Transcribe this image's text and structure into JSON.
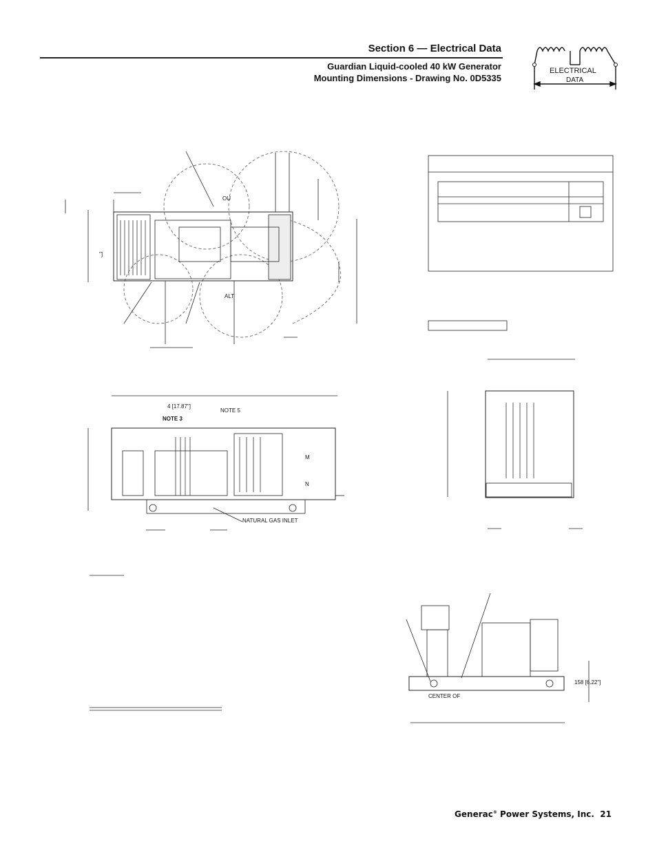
{
  "header": {
    "section_title": "Section 6 — Electrical Data",
    "subtitle_line1": "Guardian Liquid-cooled 40 kW Generator",
    "subtitle_line2": "Mounting Dimensions - Drawing No. 0D5335",
    "icon_label_1": "ELECTRICAL",
    "icon_label_2": "DATA"
  },
  "drawing_labels": {
    "top_ou": "OU",
    "top_alt": "ALT",
    "top_bracket": "\"]",
    "side_dim": "4 [17.87\"]",
    "side_note3": "NOTE 3",
    "side_note5": "NOTE 5",
    "side_m1": "M",
    "side_m2": "N",
    "gas_inlet": "NATURAL GAS INLET",
    "lower_dim": "158 [6.22\"]",
    "center_of": "CENTER OF"
  },
  "footer": {
    "company": "Generac",
    "reg": "®",
    "company_rest": " Power Systems, Inc.",
    "page": "21"
  }
}
